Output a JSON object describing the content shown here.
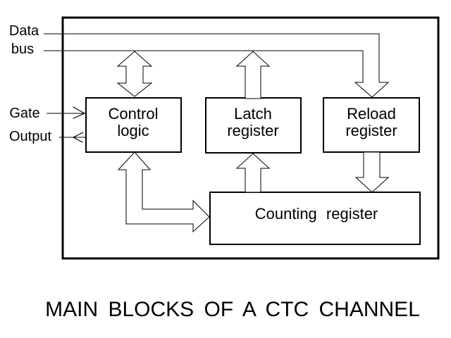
{
  "page": {
    "background_color": "#ffffff",
    "ink_color": "#000000"
  },
  "diagram": {
    "title": "MAIN BLOCKS OF A CTC CHANNEL",
    "external_labels": {
      "data_bus_line1": "Data",
      "data_bus_line2": "bus",
      "gate": "Gate",
      "output": "Output"
    },
    "blocks": {
      "control_logic": {
        "line1": "Control",
        "line2": "logic"
      },
      "latch_register": {
        "line1": "Latch",
        "line2": "register"
      },
      "reload_register": {
        "line1": "Reload",
        "line2": "register"
      },
      "counting_register": {
        "label": "Counting register"
      }
    },
    "connectors": [
      "data-bus-to-control-bidirectional",
      "data-bus-to-reload-down",
      "counting-to-latch-up-via-bus",
      "gate-input",
      "output-output",
      "control-to-counting-bidirectional",
      "latch-from-counting-up",
      "reload-to-counting-down"
    ]
  }
}
